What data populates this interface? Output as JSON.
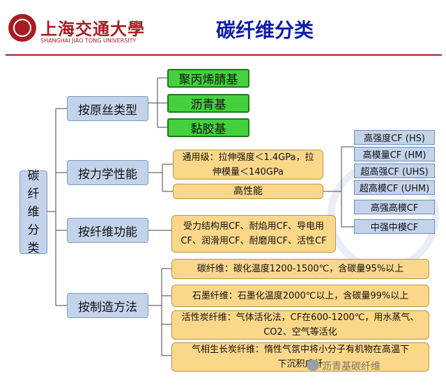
{
  "header": {
    "logo_cn": "上海交通大學",
    "logo_en": "SHANGHAI JIAO TONG UNIVERSITY",
    "title": "碳纤维分类"
  },
  "root": {
    "chars": [
      "碳",
      "纤",
      "维",
      "分",
      "类"
    ]
  },
  "categories": [
    {
      "label": "按原丝类型",
      "items": [
        "聚丙烯腈基",
        "沥青基",
        "黏胶基"
      ]
    },
    {
      "label": "按力学性能",
      "items": [
        {
          "lines": [
            "通用级：拉伸强度＜1.4GPa，拉",
            "伸模量＜140GPa"
          ]
        },
        {
          "lines": [
            "高性能"
          ]
        }
      ],
      "sub_items": [
        "高强度CF (HS)",
        "高模量CF (HM)",
        "超高强CF (UHS)",
        "超高模CF (UHM)",
        "高强高模CF",
        "中强中模CF"
      ]
    },
    {
      "label": "按纤维功能",
      "items": [
        {
          "lines": [
            "受力结构用CF、耐焰用CF、导电用",
            "CF、润滑用CF、耐磨用CF、活性CF"
          ]
        }
      ]
    },
    {
      "label": "按制造方法",
      "items": [
        {
          "lines": [
            "碳纤维：碳化温度1200-1500℃，含碳量95%以上"
          ]
        },
        {
          "lines": [
            "石墨纤维：石墨化温度2000℃以上，含碳量99%以上"
          ]
        },
        {
          "lines": [
            "活性炭纤维：气体活化法，CF在600-1200℃，用水蒸气、",
            "CO2、空气等活化"
          ]
        },
        {
          "lines": [
            "气相生长炭纤维：惰性气氛中将小分子有机物在高温下",
            "下沉积成纤"
          ]
        }
      ]
    }
  ],
  "watermark": "沥青基碳纤维",
  "colors": {
    "title": "#0d1aa8",
    "brand": "#a81d22",
    "category_fill": "#c3d3ea",
    "green_fill": "#44d13d",
    "orange_fill": "#fbd78a"
  }
}
